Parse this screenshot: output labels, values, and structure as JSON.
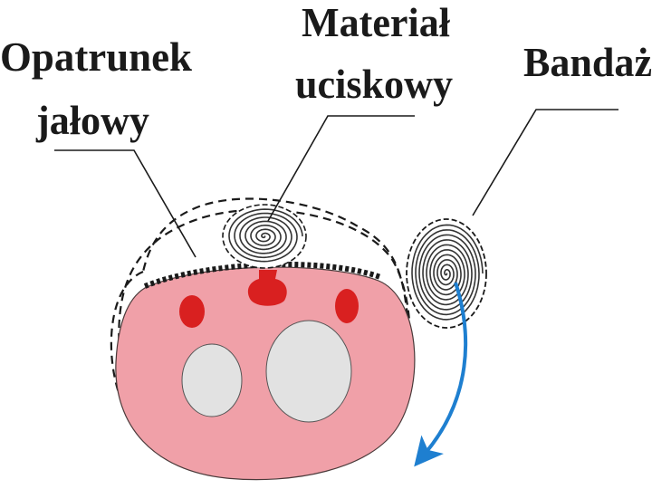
{
  "labels": {
    "dressing_line1": "Opatrunek",
    "dressing_line2": "jałowy",
    "pressure_line1": "Materiał",
    "pressure_line2": "uciskowy",
    "bandage": "Bandaż"
  },
  "colors": {
    "tissue": "#f0a0a8",
    "vessel": "#d92020",
    "bone": "#e2e2e2",
    "arrow": "#1e7fd0",
    "line": "#1a1a1a"
  }
}
